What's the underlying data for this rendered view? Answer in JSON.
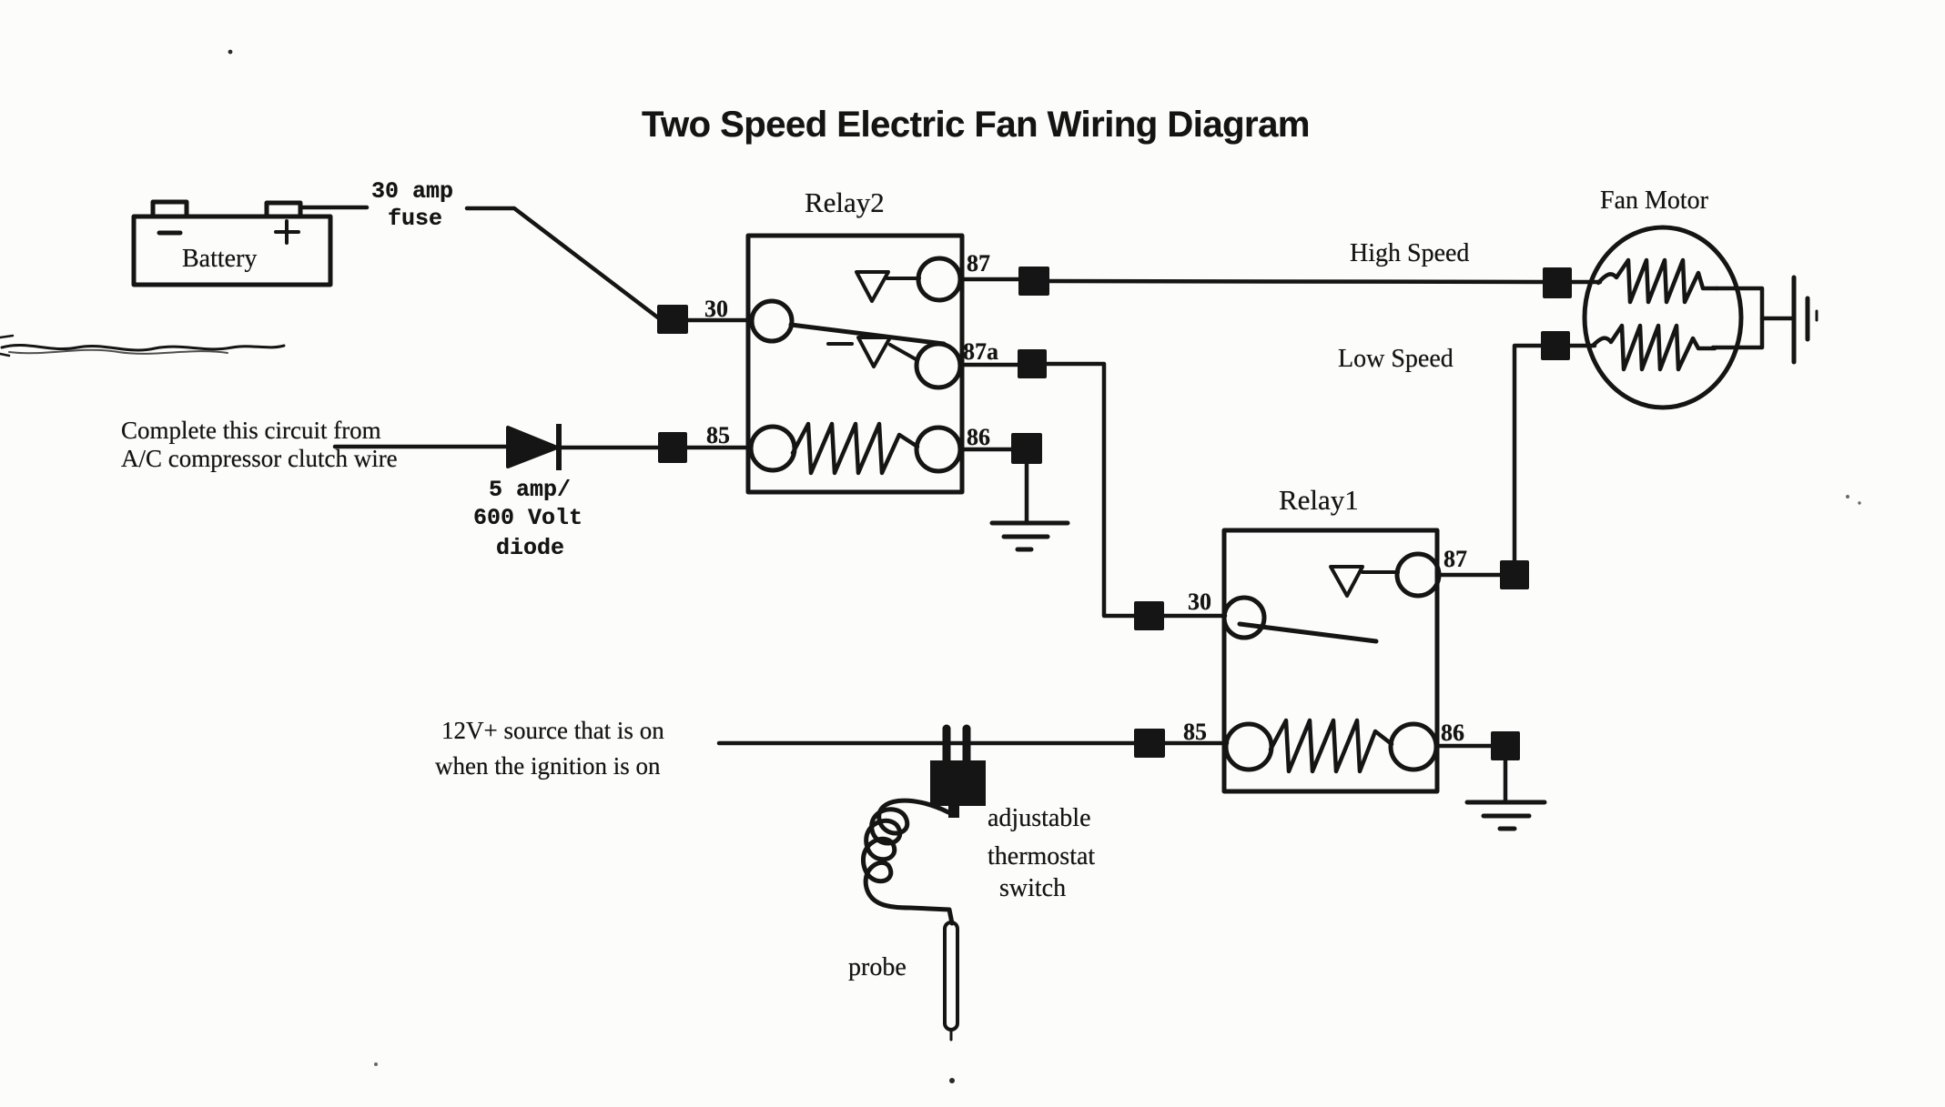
{
  "title": "Two Speed Electric Fan Wiring Diagram",
  "battery": {
    "label": "Battery"
  },
  "fuse": {
    "line1": "30 amp",
    "line2": "fuse"
  },
  "diode": {
    "line1": "5 amp/",
    "line2": "600 Volt",
    "line3": "diode"
  },
  "ac_note": {
    "line1": "Complete this circuit from",
    "line2": "A/C compressor clutch wire"
  },
  "ignition_note": {
    "line1": "12V+ source that is on",
    "line2": "when the ignition is on"
  },
  "relay2": {
    "name": "Relay2",
    "t30": "30",
    "t85": "85",
    "t86": "86",
    "t87": "87",
    "t87a": "87a"
  },
  "relay1": {
    "name": "Relay1",
    "t30": "30",
    "t85": "85",
    "t86": "86",
    "t87": "87"
  },
  "fan": {
    "name": "Fan Motor",
    "high_label": "High Speed",
    "low_label": "Low Speed"
  },
  "thermostat": {
    "line1": "adjustable",
    "line2": "thermostat",
    "line3": "switch",
    "probe_label": "probe"
  },
  "colors": {
    "ink": "#151515",
    "paper": "#fcfcfa"
  }
}
